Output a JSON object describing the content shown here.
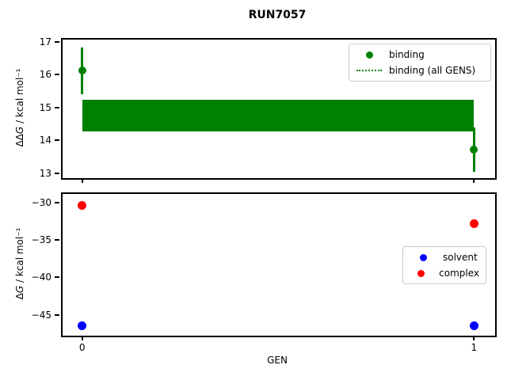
{
  "title": "RUN7057",
  "colors": {
    "green": "#008000",
    "blue": "#0000ff",
    "red": "#ff0000",
    "legend_border": "#cccccc"
  },
  "chart_data": [
    {
      "type": "scatter",
      "ylabel": {
        "prefix": "ΔΔ",
        "symbol": "G",
        "units": " / kcal mol⁻¹"
      },
      "xlim": [
        -0.054,
        1.05
      ],
      "ylim": [
        12.9,
        17.12
      ],
      "yticks": [
        17,
        16,
        15,
        14,
        13
      ],
      "x": [
        0,
        1
      ],
      "xtick_labels": [
        "0",
        "1"
      ],
      "show_x_tick_labels": false,
      "grid": false,
      "series": [
        {
          "name": "binding",
          "style": "errorbar",
          "color": "#008000",
          "marker": "circle",
          "marker_size": 10,
          "points": [
            {
              "x": 0,
              "y": 16.12,
              "yerr": 0.72
            },
            {
              "x": 1,
              "y": 13.72,
              "yerr": 0.67
            }
          ]
        },
        {
          "name": "binding (all GENS)",
          "style": "band",
          "color": "#008000",
          "x_range": [
            0,
            1
          ],
          "y_low": 14.27,
          "y_high": 15.25,
          "y_mean": 14.76
        }
      ],
      "legend": {
        "position": "upper-right",
        "entries": [
          {
            "label": "binding",
            "marker": "dot",
            "color": "#008000"
          },
          {
            "label": "binding (all GENS)",
            "marker": "dotted-line",
            "color": "#008000"
          }
        ]
      }
    },
    {
      "type": "scatter",
      "xlabel": "GEN",
      "ylabel": {
        "prefix": "Δ",
        "symbol": "G",
        "units": " / kcal mol⁻¹"
      },
      "xlim": [
        -0.054,
        1.05
      ],
      "ylim": [
        -47.6,
        -28.6
      ],
      "yticks": [
        -30,
        -35,
        -40,
        -45
      ],
      "x": [
        0,
        1
      ],
      "xtick_labels": [
        "0",
        "1"
      ],
      "show_x_tick_labels": true,
      "grid": false,
      "series": [
        {
          "name": "solvent",
          "style": "scatter",
          "color": "#0000ff",
          "marker": "circle",
          "marker_size": 11,
          "points": [
            {
              "x": 0,
              "y": -46.5
            },
            {
              "x": 1,
              "y": -46.5
            }
          ]
        },
        {
          "name": "complex",
          "style": "scatter",
          "color": "#ff0000",
          "marker": "circle",
          "marker_size": 11,
          "points": [
            {
              "x": 0,
              "y": -30.4
            },
            {
              "x": 1,
              "y": -32.8
            }
          ]
        }
      ],
      "legend": {
        "position": "center-right",
        "entries": [
          {
            "label": "solvent",
            "marker": "dot",
            "color": "#0000ff"
          },
          {
            "label": "complex",
            "marker": "dot",
            "color": "#ff0000"
          }
        ]
      }
    }
  ]
}
